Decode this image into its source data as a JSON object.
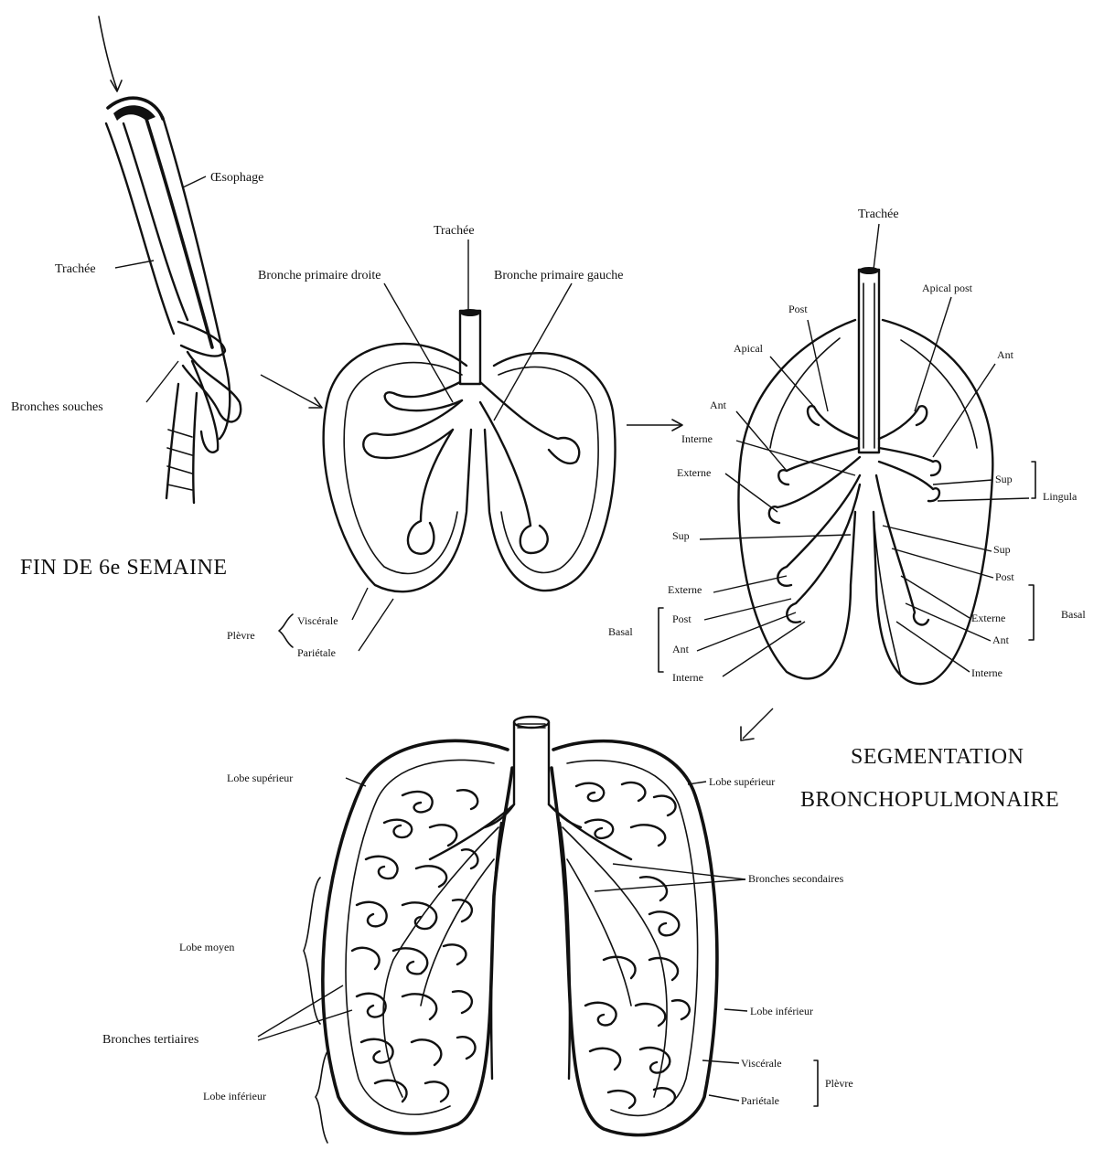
{
  "stage1": {
    "oesophagus": "Œsophage",
    "trachea": "Trachée",
    "main_bronchi": "Bronches souches",
    "caption": "FIN DE 6e SEMAINE"
  },
  "stage2": {
    "trachea": "Trachée",
    "right_primary": "Bronche primaire droite",
    "left_primary": "Bronche primaire gauche",
    "pleura": "Plèvre",
    "visceral": "Viscérale",
    "parietal": "Pariétale"
  },
  "stage3": {
    "trachea": "Trachée",
    "post": "Post",
    "apical_post": "Apical post",
    "apical": "Apical",
    "ant_right": "Ant",
    "ant_left": "Ant",
    "interne": "Interne",
    "externe": "Externe",
    "sup_left": "Sup",
    "lingula": "Lingula",
    "sup_right": "Sup",
    "externe_b": "Externe",
    "post_b": "Post",
    "ant_b": "Ant",
    "interne_b": "Interne",
    "basal_right": "Basal",
    "sup_l2": "Sup",
    "post_l": "Post",
    "externe_l": "Externe",
    "ant_l": "Ant",
    "interne_l": "Interne",
    "basal_left": "Basal"
  },
  "stage4": {
    "caption_line1": "SEGMENTATION",
    "caption_line2": "BRONCHOPULMONAIRE",
    "upper_lobe_right": "Lobe supérieur",
    "upper_lobe_left": "Lobe supérieur",
    "middle_lobe": "Lobe moyen",
    "lower_lobe_right": "Lobe inférieur",
    "lower_lobe_left": "Lobe inférieur",
    "secondary_bronchi": "Bronches secondaires",
    "tertiary_bronchi": "Bronches tertiaires",
    "visceral": "Viscérale",
    "parietal": "Pariétale",
    "pleura": "Plèvre"
  }
}
